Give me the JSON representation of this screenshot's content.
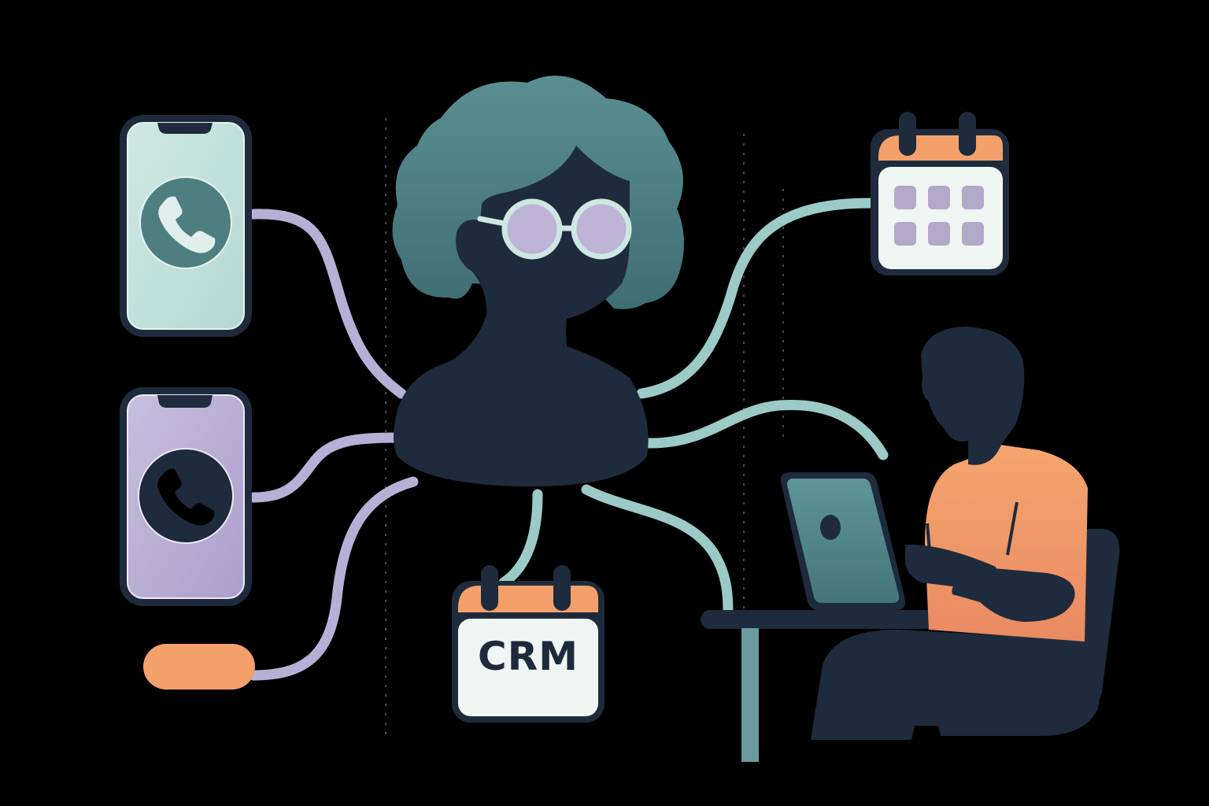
{
  "illustration": {
    "theme": "customer-communication-crm",
    "background": "#000000",
    "colors": {
      "navy": "#1e2b3c",
      "teal_dark": "#4e7f80",
      "teal_hair": "#4f8486",
      "mint": "#cfe7e2",
      "mint_line": "#9ccac6",
      "lavender": "#bdb4d6",
      "lavender_line": "#b7b0d6",
      "orange": "#f3a06b",
      "paper": "#eef5f3",
      "grid_square": "#b2a9c9"
    },
    "items": {
      "phone_1": {
        "label": "phone-call-mint",
        "icon": "phone-icon"
      },
      "phone_2": {
        "label": "phone-call-lavender",
        "icon": "phone-icon"
      },
      "pill": {
        "label": "orange-pill"
      },
      "calendar_top": {
        "label": "calendar",
        "grid_rows": 2,
        "grid_cols": 3
      },
      "calendar_crm": {
        "label": "CRM"
      },
      "center_person": {
        "label": "woman-with-glasses"
      },
      "worker": {
        "label": "man-at-laptop"
      }
    }
  }
}
